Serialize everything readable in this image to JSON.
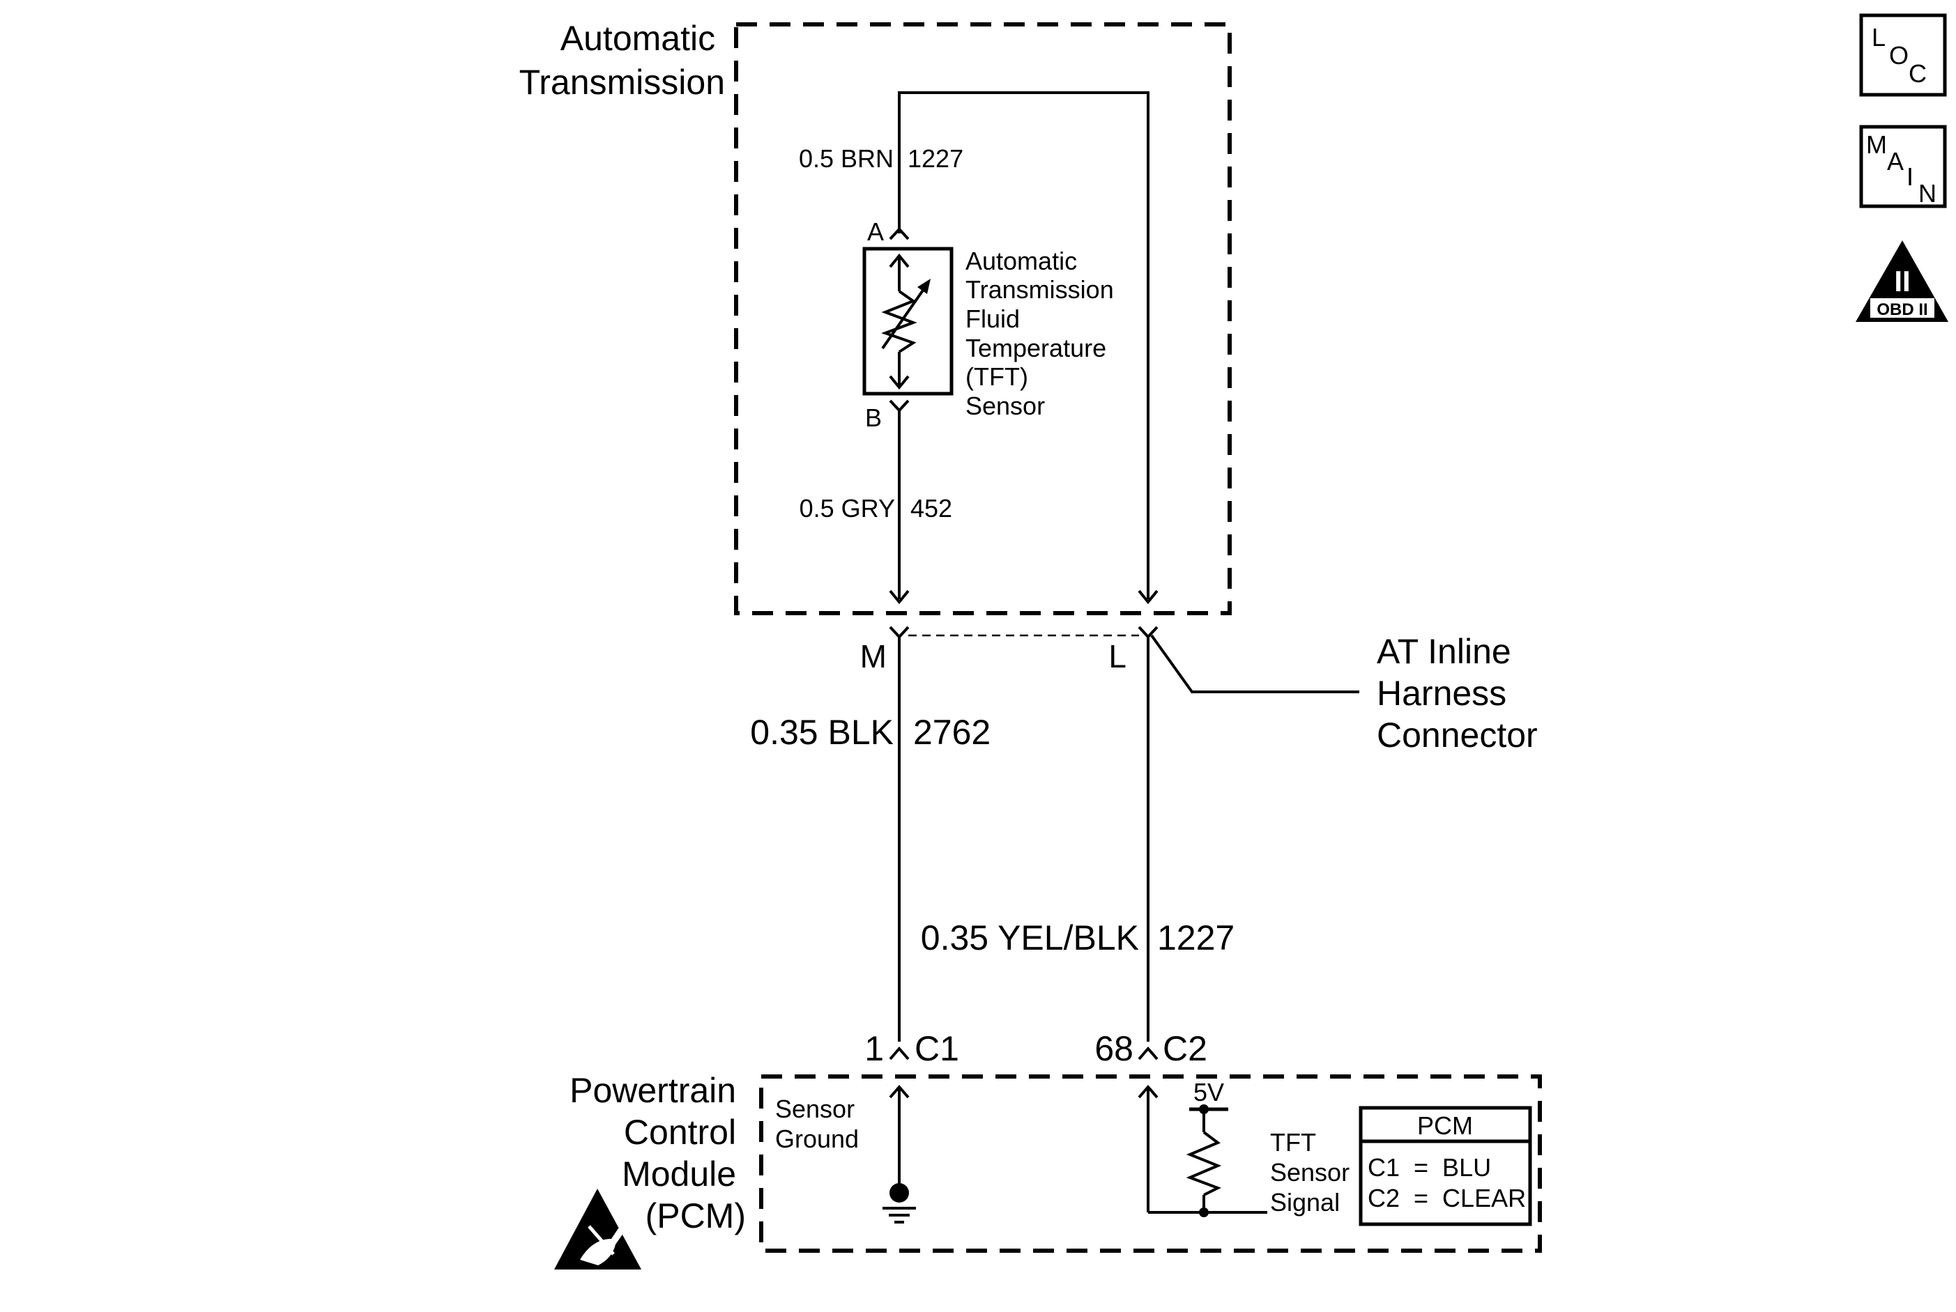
{
  "automatic_transmission": {
    "line1": "Automatic",
    "line2": "Transmission"
  },
  "wires": {
    "brn": {
      "gauge_color": "0.5 BRN",
      "circuit": "1227"
    },
    "gry": {
      "gauge_color": "0.5 GRY",
      "circuit": "452"
    },
    "blk": {
      "gauge_color": "0.35 BLK",
      "circuit": "2762"
    },
    "yel": {
      "gauge_color": "0.35 YEL/BLK",
      "circuit": "1227"
    }
  },
  "sensor": {
    "pin_a": "A",
    "pin_b": "B",
    "lines": [
      "Automatic",
      "Transmission",
      "Fluid",
      "Temperature",
      "(TFT)",
      "Sensor"
    ]
  },
  "inline_connector": {
    "pin_m": "M",
    "pin_l": "L",
    "lines": [
      "AT Inline",
      "Harness",
      "Connector"
    ]
  },
  "pcm_connectors": {
    "c1_pin": "1",
    "c1_name": "C1",
    "c2_pin": "68",
    "c2_name": "C2"
  },
  "pcm": {
    "lines": [
      "Powertrain",
      "Control",
      "Module",
      "(PCM)"
    ],
    "sensor_ground": [
      "Sensor",
      "Ground"
    ],
    "voltage": "5V",
    "tft_signal": [
      "TFT",
      "Sensor",
      "Signal"
    ],
    "legend": {
      "header": "PCM",
      "row1": "C1  =  BLU",
      "row2": "C2  =  CLEAR"
    }
  },
  "nav": {
    "loc": {
      "l1": "L",
      "l2": "O",
      "l3": "C"
    },
    "main": {
      "l1": "M",
      "l2": "A",
      "l3": "I",
      "l4": "N"
    },
    "obd": {
      "numeral": "II",
      "label": "OBD II"
    }
  },
  "colors": {
    "line": "#000000",
    "background": "#ffffff"
  }
}
